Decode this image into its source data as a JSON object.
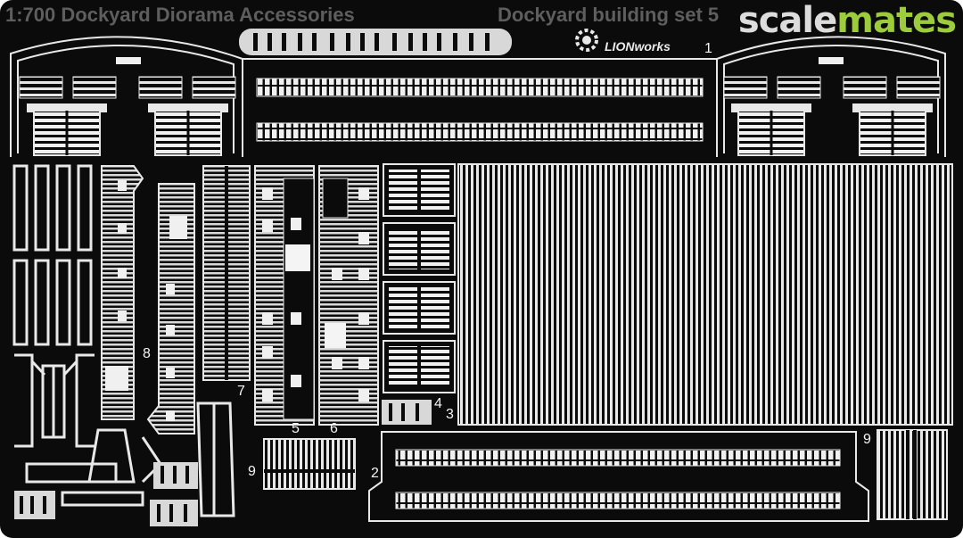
{
  "header": {
    "title_left": "1:700 Dockyard Diorama Accessories",
    "title_right": "Dockyard building set 5",
    "watermark_part1": "scale",
    "watermark_part2": "mates"
  },
  "logo": {
    "text": "LIONworks",
    "icon": "gear-icon"
  },
  "part_numbers": {
    "p1": "1",
    "p2": "2",
    "p3": "3",
    "p4": "4",
    "p5": "5",
    "p6": "6",
    "p7": "7",
    "p8": "8",
    "p9a": "9",
    "p9b": "9"
  },
  "colors": {
    "fret": "#0b0b0b",
    "etch": "#f2f2f2",
    "watermark_green": "#9ccb3b",
    "title_gray": "#5e5e5e"
  }
}
